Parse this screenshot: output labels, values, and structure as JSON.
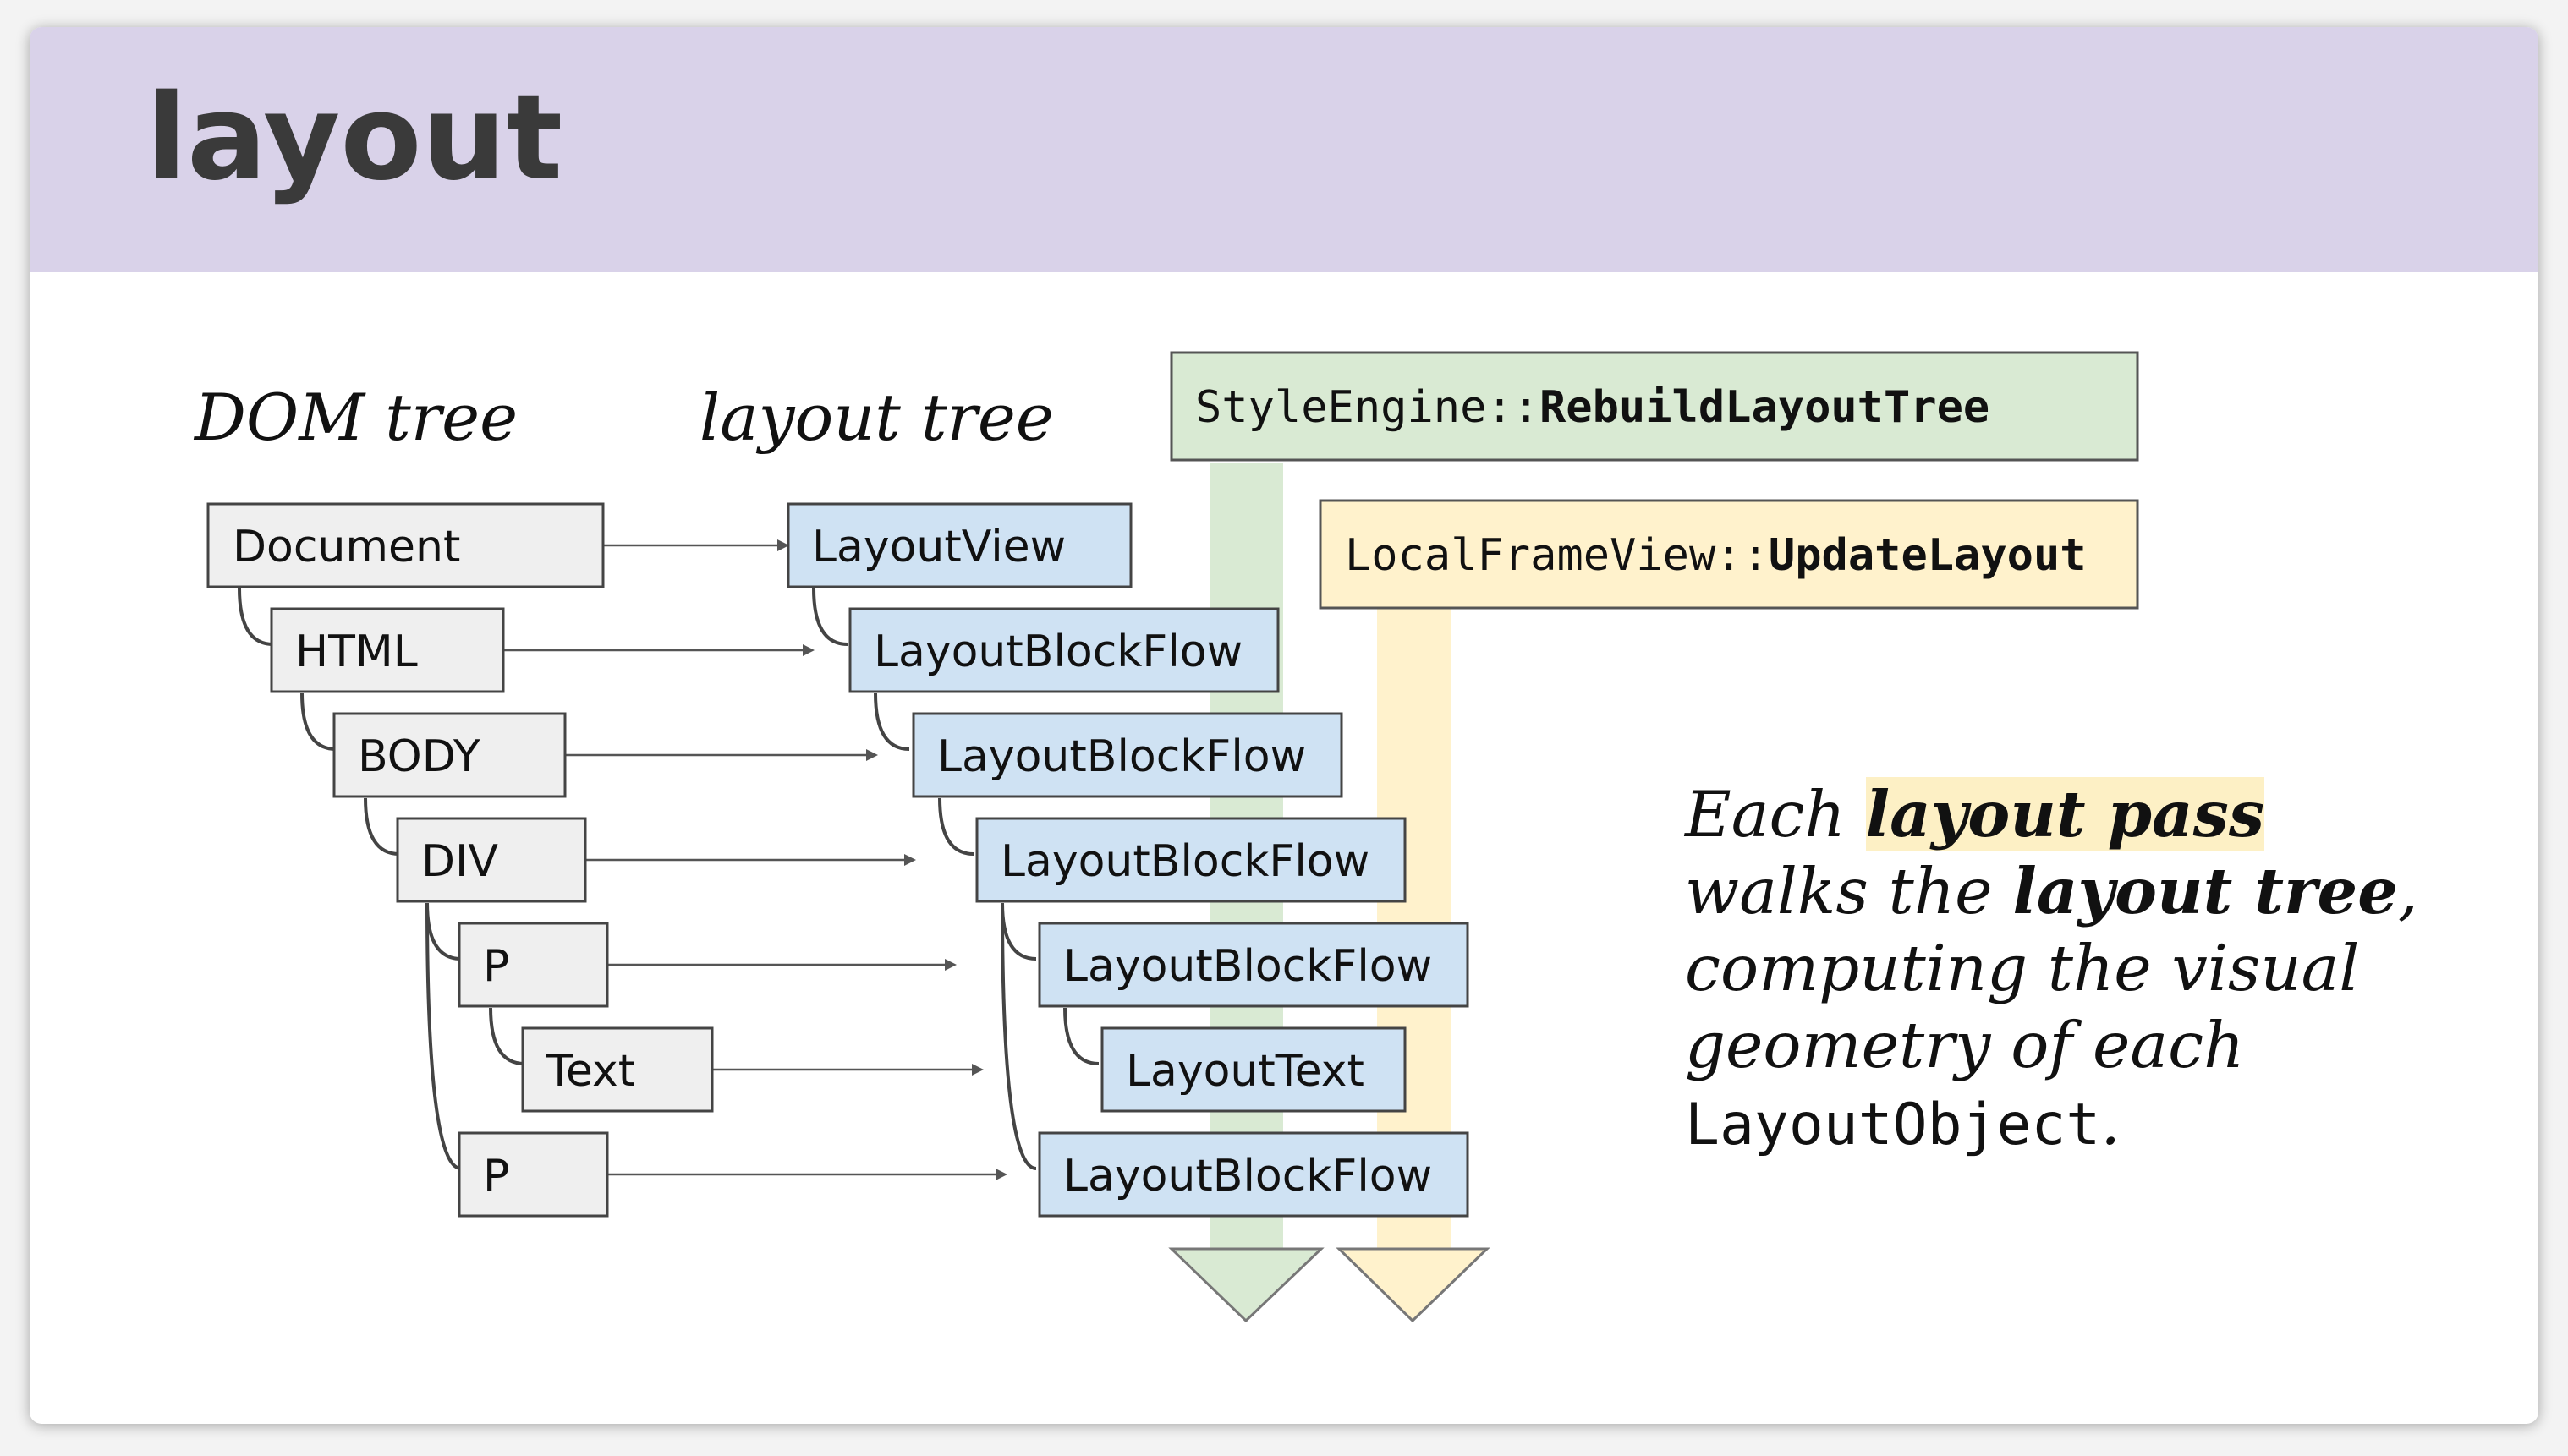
{
  "slide": {
    "title": "layout"
  },
  "labels": {
    "dom_tree": "DOM tree",
    "layout_tree": "layout tree"
  },
  "dom_nodes": [
    "Document",
    "HTML",
    "BODY",
    "DIV",
    "P",
    "Text",
    "P"
  ],
  "layout_nodes": [
    "LayoutView",
    "LayoutBlockFlow",
    "LayoutBlockFlow",
    "LayoutBlockFlow",
    "LayoutBlockFlow",
    "LayoutText",
    "LayoutBlockFlow"
  ],
  "functions": {
    "rebuild": {
      "prefix": "StyleEngine::",
      "name": "RebuildLayoutTree"
    },
    "update": {
      "prefix": "LocalFrameView::",
      "name": "UpdateLayout"
    }
  },
  "caption": {
    "p1": "Each ",
    "hl": "layout pass",
    "p2": "walks the ",
    "strong": "layout tree",
    "p3": ",",
    "p4": "computing the visual",
    "p5": "geometry of each",
    "code": "LayoutObject",
    "p6": "."
  },
  "colors": {
    "header": "#d9d2e9",
    "dom_box": "#efefef",
    "layout_box": "#cfe2f3",
    "rebuild": "#d9ead3",
    "update": "#fff2cc",
    "highlight": "#fdf0c5"
  }
}
